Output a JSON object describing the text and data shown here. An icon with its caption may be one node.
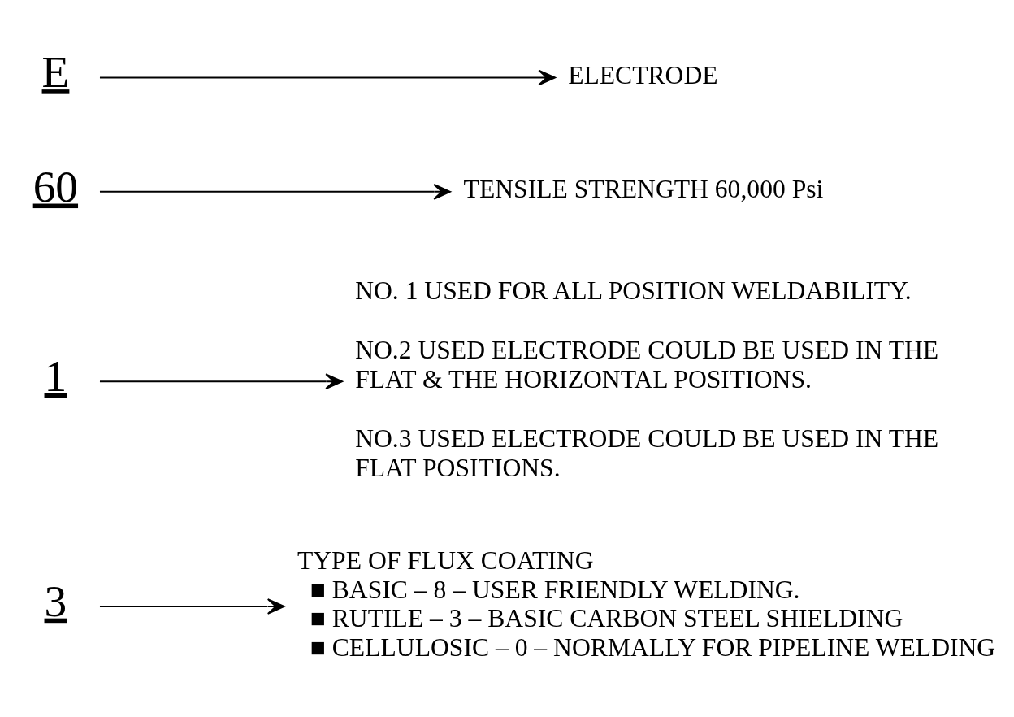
{
  "diagram": {
    "nodes": [
      {
        "text": [
          "E"
        ]
      },
      {
        "text": [
          "60"
        ]
      },
      {
        "text": [
          "1"
        ]
      },
      {
        "text": [
          "3"
        ]
      },
      {
        "text": [
          "TYPE OF FLUX COATING",
          "■ BASIC – 8 – USER FRIENDLY WELDING.",
          "■ RUTILE – 3 – BASIC CARBON STEEL SHIELDING",
          "■ CELLULOSIC – 0 – NORMALLY FOR PIPELINE WELDING"
        ]
      },
      {
        "text": [
          "NO. 1 USED FOR ALL POSITION WELDABILITY.",
          "NO.2 USED ELECTRODE COULD BE USED IN THE FLAT & THE HORIZONTAL POSITIONS.",
          "NO.3 USED ELECTRODE COULD BE USED IN THE FLAT POSITIONS."
        ]
      },
      {
        "text": [
          "TENSILE STRENGTH 60,000 Psi"
        ]
      },
      {
        "text": [
          "ELECTRODE"
        ]
      }
    ],
    "edges": [
      {
        "from": 3,
        "to": 4,
        "arrow": "to"
      },
      {
        "from": 2,
        "to": 5,
        "arrow": "to"
      },
      {
        "from": 1,
        "to": 6,
        "arrow": "to"
      },
      {
        "from": 0,
        "to": 7,
        "arrow": "to"
      }
    ]
  }
}
